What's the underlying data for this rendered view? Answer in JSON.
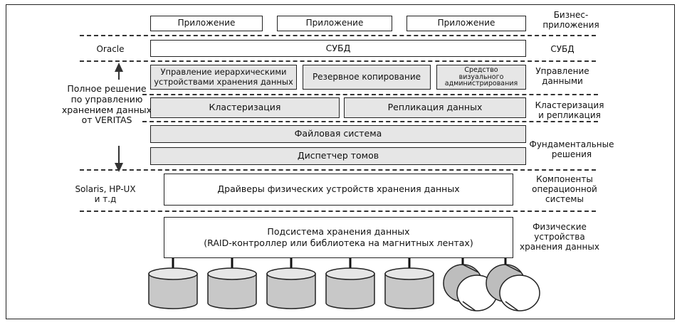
{
  "left_labels": {
    "oracle": "Oracle",
    "veritas": "Полное решение по управлению хранением данных от VERITAS",
    "os_list": "Solaris, HP-UX и т.д"
  },
  "right_labels": {
    "business_apps": "Бизнес-приложения",
    "dbms": "СУБД",
    "data_management": "Управление данными",
    "clustering_replication": "Кластеризация и репликация",
    "fundamental_solutions": "Фундаментальные решения",
    "os_components": "Компоненты операционной системы",
    "physical_devices": "Физические устройства хранения данных"
  },
  "layers": {
    "applications": [
      "Приложение",
      "Приложение",
      "Приложение"
    ],
    "dbms": "СУБД",
    "hierarchical_storage": "Управление иерархическими устройствами хранения данных",
    "backup": "Резервное копирование",
    "visual_admin": "Средство визуального администрирования",
    "clustering": "Кластеризация",
    "replication": "Репликация данных",
    "file_system": "Файловая система",
    "volume_manager": "Диспетчер томов",
    "drivers": "Драйверы физических устройств хранения данных",
    "storage_subsystem_line1": "Подсистема хранения данных",
    "storage_subsystem_line2": "(RAID-контроллер или библиотека на магнитных лентах)"
  },
  "devices": {
    "disks": 5,
    "tapes": 2
  }
}
